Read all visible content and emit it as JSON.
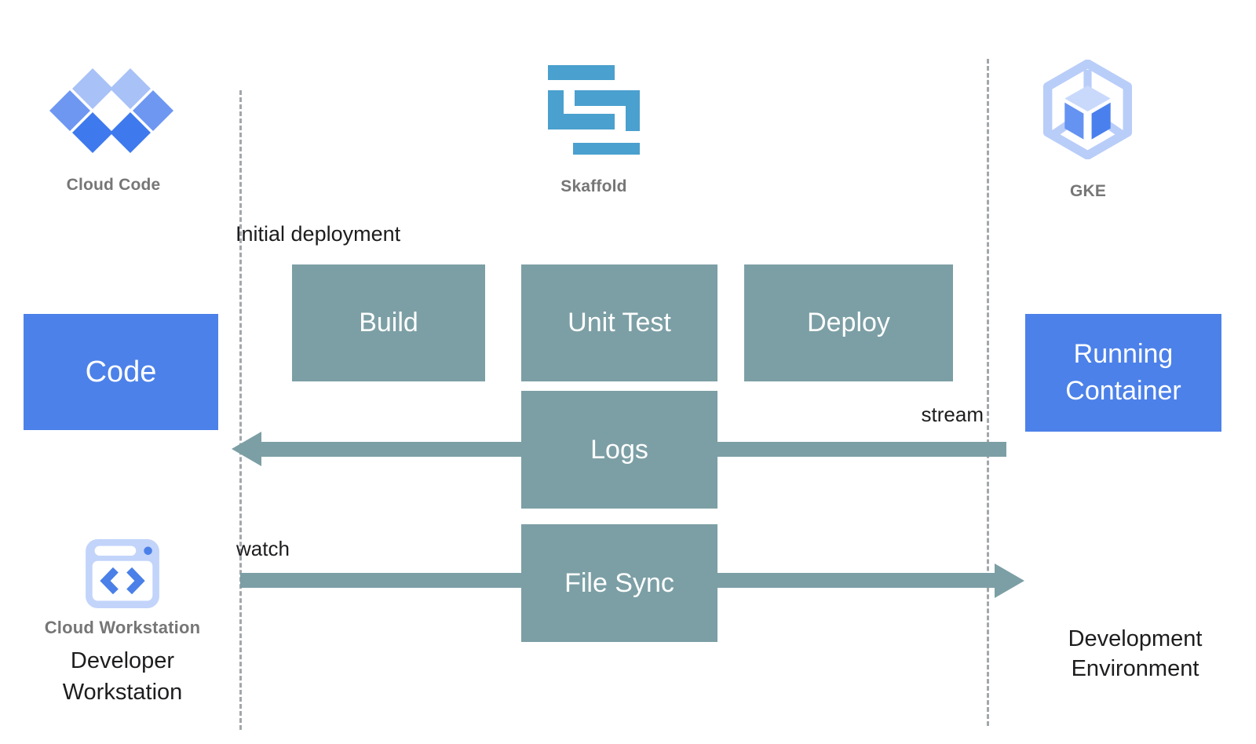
{
  "diagram": {
    "header": {
      "cloud_code": "Cloud Code",
      "skaffold": "Skaffold",
      "gke": "GKE"
    },
    "boxes": {
      "code": "Code",
      "build": "Build",
      "unit_test": "Unit Test",
      "deploy": "Deploy",
      "logs": "Logs",
      "file_sync": "File Sync",
      "running_container": "Running Container"
    },
    "annotations": {
      "initial_deployment": "Initial deployment",
      "stream": "stream",
      "watch": "watch"
    },
    "footer": {
      "cloud_workstation": "Cloud Workstation",
      "developer_workstation": "Developer Workstation",
      "development_environment": "Development Environment"
    },
    "colors": {
      "blue_box": "#4c81e9",
      "teal_box": "#7c9fa5",
      "skaffold_blue": "#4aa0ce",
      "cloud_code_light": "#a8c1f7",
      "cloud_code_mid": "#6e97f2",
      "cloud_code_dark": "#3e79ee",
      "gke_outline": "#b9cdf9",
      "caption_gray": "#767676",
      "text_black": "#1d1d1f",
      "divider_gray": "#a2a7ac"
    }
  }
}
